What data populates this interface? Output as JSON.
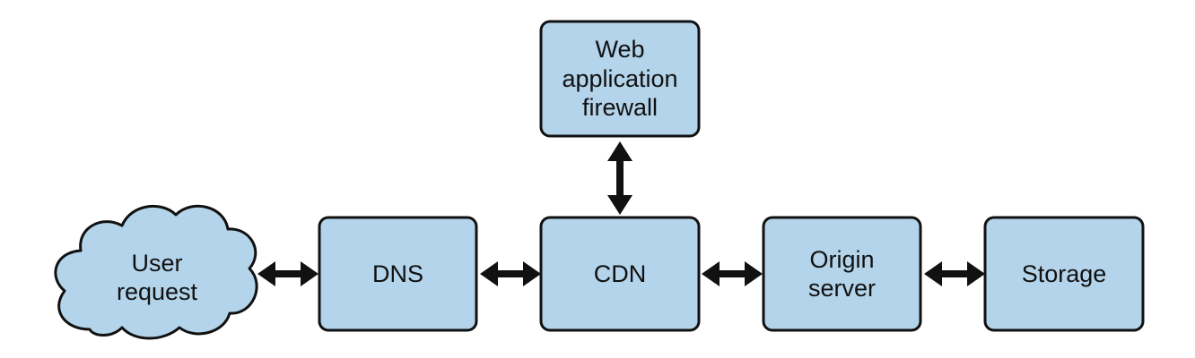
{
  "colors": {
    "box_fill": "#b3d4ea",
    "stroke": "#111111",
    "background": "#ffffff"
  },
  "nodes": {
    "user_request": {
      "label": "User\nrequest",
      "shape": "cloud"
    },
    "dns": {
      "label": "DNS",
      "shape": "rounded-rect"
    },
    "cdn": {
      "label": "CDN",
      "shape": "rounded-rect"
    },
    "origin_server": {
      "label": "Origin\nserver",
      "shape": "rounded-rect"
    },
    "storage": {
      "label": "Storage",
      "shape": "rounded-rect"
    },
    "waf": {
      "label": "Web\napplication\nfirewall",
      "shape": "rounded-rect"
    }
  },
  "edges": [
    {
      "from": "user_request",
      "to": "dns",
      "direction": "bidirectional"
    },
    {
      "from": "dns",
      "to": "cdn",
      "direction": "bidirectional"
    },
    {
      "from": "cdn",
      "to": "origin_server",
      "direction": "bidirectional"
    },
    {
      "from": "origin_server",
      "to": "storage",
      "direction": "bidirectional"
    },
    {
      "from": "cdn",
      "to": "waf",
      "direction": "bidirectional"
    }
  ]
}
